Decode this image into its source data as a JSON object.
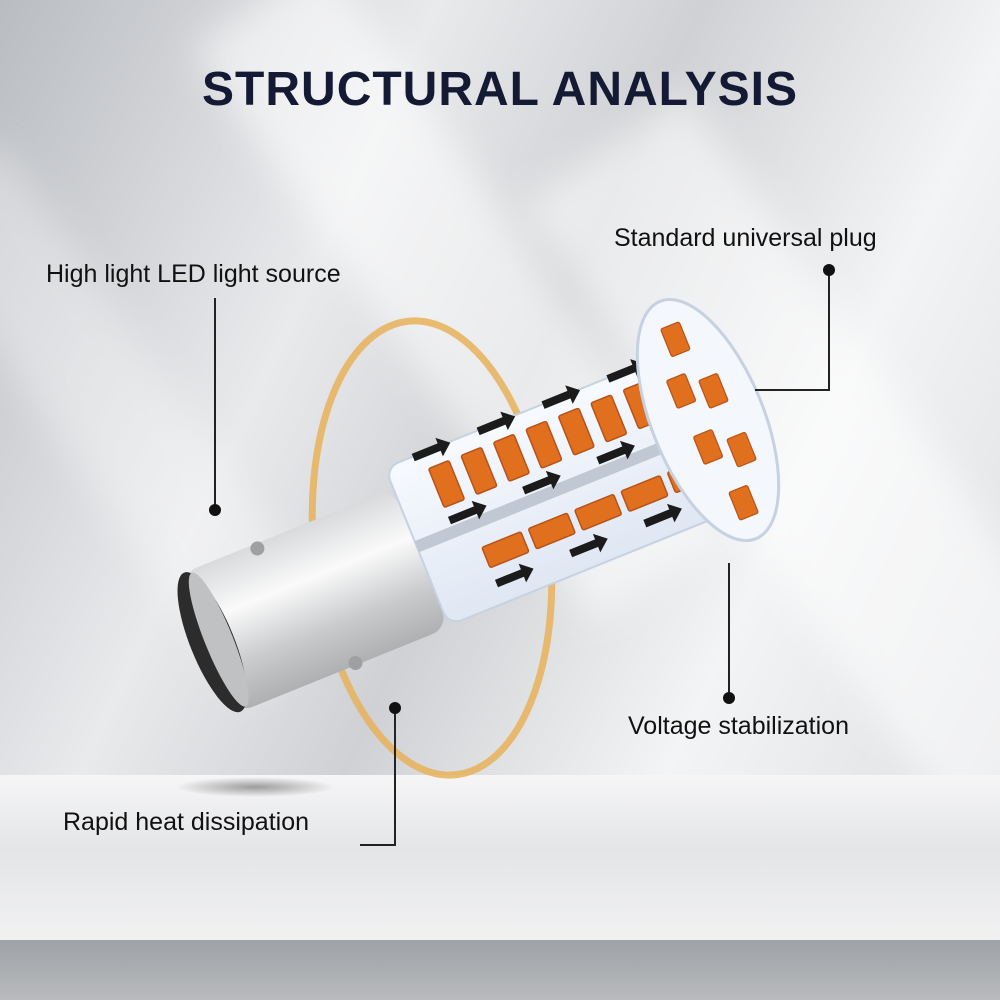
{
  "title": "STRUCTURAL ANALYSIS",
  "callouts": {
    "plug": "Standard universal plug",
    "led_source": "High light LED light source",
    "voltage": "Voltage stabilization",
    "heat": "Rapid heat dissipation"
  },
  "colors": {
    "title": "#141a33",
    "led_chip": "#e0701e",
    "pcb": "#eef3fb",
    "halo": "#e8b15a"
  },
  "icons": [
    "arrow-icon",
    "leader-dot-icon"
  ]
}
